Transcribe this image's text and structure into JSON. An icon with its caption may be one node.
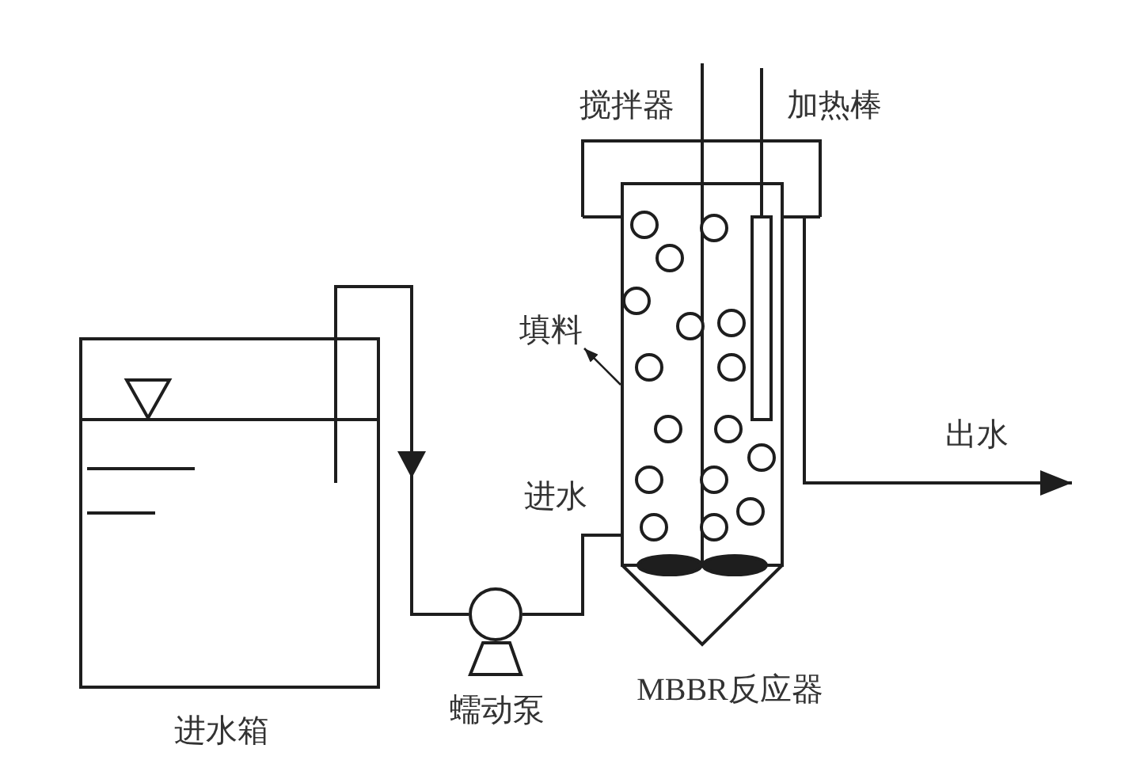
{
  "diagram": {
    "nodes": [
      {
        "text": [
          "进水箱"
        ]
      },
      {
        "text": [
          "蠕动泵"
        ]
      },
      {
        "text": [
          "MBBR反应器"
        ]
      },
      {
        "text": [
          "填料"
        ]
      }
    ],
    "edges": [
      {
        "from": 0,
        "to": 1,
        "arrow": "to"
      },
      {
        "from": 1,
        "to": 2,
        "arrow": "none",
        "label": "进水"
      },
      {
        "from": 2,
        "to": null,
        "arrow": "to",
        "label": "出水"
      },
      {
        "from": 2,
        "to": 3,
        "arrow": "to"
      }
    ],
    "labels": [
      "搅拌器",
      "加热棒"
    ]
  }
}
